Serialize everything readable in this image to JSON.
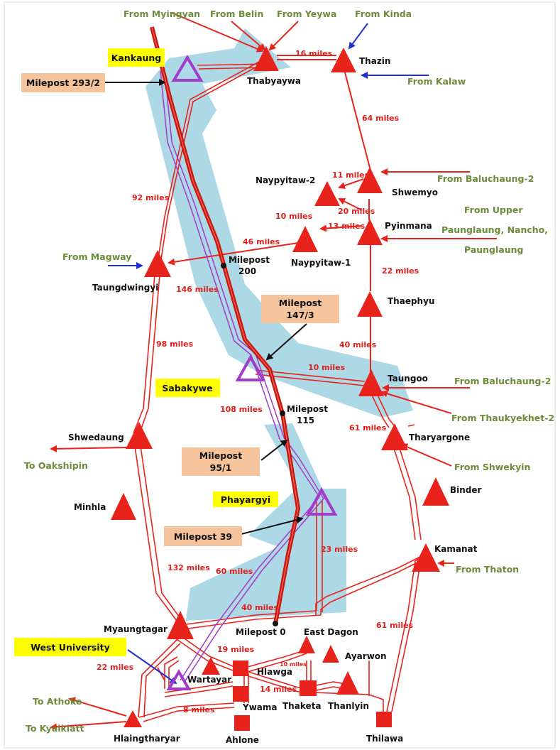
{
  "colors": {
    "pipeline": "#e8231c",
    "main_pipeline": "#c8170f",
    "gas_line": "#a23bc7",
    "highlight": "#add8e6",
    "inflow_blue": "#1f2fd1",
    "source_text": "#6b8c3a",
    "label_yellow": "#ffff00",
    "label_orange": "#f5c49c"
  },
  "sources": {
    "from_myingyan": "From Myingyan",
    "from_belin": "From Belin",
    "from_yeywa": "From Yeywa",
    "from_kinda": "From Kinda",
    "from_kalaw": "From Kalaw",
    "from_baluchaung_2_top": "From Baluchaung-2",
    "from_upper_1": "From Upper",
    "from_upper_2": "Paunglaung, Nancho,",
    "from_upper_3": "Paunglaung",
    "from_magway": "From Magway",
    "from_baluchaung_2_mid": "From Baluchaung-2",
    "from_thaukyekhet_2": "From Thaukyekhet-2",
    "from_shwekyin": "From Shwekyin",
    "from_thaton": "From Thaton",
    "to_oakshipin": "To Oakshipin",
    "to_athoke": "To Athoke",
    "to_kyaiklatt": "To Kyaiklatt"
  },
  "stations": {
    "thabyaywa": "Thabyaywa",
    "thazin": "Thazin",
    "naypyitaw_2": "Naypyitaw-2",
    "shwemyo": "Shwemyo",
    "pyinmana": "Pyinmana",
    "naypyitaw_1": "Naypyitaw-1",
    "taungdwingyi": "Taungdwingyi",
    "thaephyu": "Thaephyu",
    "taungoo": "Taungoo",
    "shwedaung": "Shwedaung",
    "tharyargone": "Tharyargone",
    "binder": "Binder",
    "minhla": "Minhla",
    "kamanat": "Kamanat",
    "myaungtagar": "Myaungtagar",
    "east_dagon": "East Dagon",
    "ayarwon": "Ayarwon",
    "hlawga": "Hlawga",
    "wartayar": "Wartayar",
    "ywama": "Ywama",
    "thaketa": "Thaketa",
    "thanlyin": "Thanlyin",
    "thilawa": "Thilawa",
    "hlaingtharyar": "Hlaingtharyar",
    "ahlone": "Ahlone"
  },
  "highlight_labels": {
    "kankaung": "Kankaung",
    "sabakywe": "Sabakywe",
    "phayargyi": "Phayargyi",
    "west_university": "West University"
  },
  "mileposts": {
    "mp_293": "Milepost 293/2",
    "mp_147_a": "Milepost",
    "mp_147_b": "147/3",
    "mp_95_a": "Milepost",
    "mp_95_b": "95/1",
    "mp_39": "Milepost 39",
    "mp_200_a": "Milepost",
    "mp_200_b": "200",
    "mp_115_a": "Milepost",
    "mp_115_b": "115",
    "mp_0": "Milepost 0"
  },
  "distances": {
    "d16": "16 miles",
    "d64": "64 miles",
    "d11": "11 miles",
    "d92": "92 miles",
    "d20": "20 miles",
    "d10a": "10 miles",
    "d13": "13 miles",
    "d46": "46 miles",
    "d22a": "22 miles",
    "d146": "146 miles",
    "d98": "98 miles",
    "d40a": "40 miles",
    "d10b": "10 miles",
    "d108": "108 miles",
    "d61a": "61 miles",
    "d23": "23 miles",
    "d132": "132 miles",
    "d60": "60 miles",
    "d40b": "40 miles",
    "d61b": "61 miles",
    "d19": "19 miles",
    "d22b": "22 miles",
    "d10c": "10 miles",
    "d14": "14 miles",
    "d8": "8 miles"
  }
}
